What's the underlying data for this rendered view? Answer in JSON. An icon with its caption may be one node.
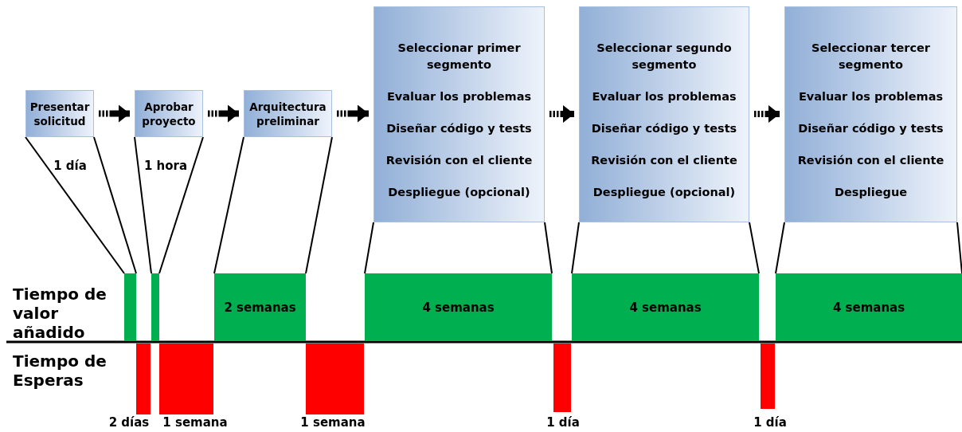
{
  "diagram": {
    "nodes": [
      {
        "text": [
          "Presentar solicitud"
        ],
        "beside": [
          "1 día"
        ]
      },
      {
        "text": [
          "Aprobar proyecto"
        ],
        "beside": [
          "1 hora"
        ]
      },
      {
        "text": [
          "Arquitectura preliminar"
        ]
      },
      {
        "text": [
          "Seleccionar primer segmento",
          "Evaluar los problemas",
          "Diseñar código y tests",
          "Revisión con el cliente",
          "Despliegue (opcional)"
        ]
      },
      {
        "text": [
          "Seleccionar segundo segmento",
          "Evaluar los problemas",
          "Diseñar código y tests",
          "Revisión con el cliente",
          "Despliegue (opcional)"
        ]
      },
      {
        "text": [
          "Seleccionar tercer segmento",
          "Evaluar los problemas",
          "Diseñar código y tests",
          "Revisión con el cliente",
          "Despliegue"
        ]
      },
      {
        "text": [],
        "shape": "bar"
      },
      {
        "text": [],
        "shape": "bar"
      },
      {
        "text": [
          "2 semanas"
        ]
      },
      {
        "text": [
          "4 semanas"
        ]
      },
      {
        "text": [
          "4 semanas"
        ]
      },
      {
        "text": [
          "4 semanas"
        ]
      },
      {
        "text": [],
        "shape": "bar",
        "beside": [
          "2 días"
        ]
      },
      {
        "text": [],
        "shape": "bar",
        "beside": [
          "1 semana"
        ]
      },
      {
        "text": [],
        "shape": "bar",
        "beside": [
          "1 semana"
        ]
      },
      {
        "text": [],
        "shape": "bar",
        "beside": [
          "1 día"
        ]
      },
      {
        "text": [],
        "shape": "bar",
        "beside": [
          "1 día"
        ]
      }
    ],
    "edges": [
      {
        "from": 0,
        "to": 1,
        "arrow": "to",
        "style": "dashed"
      },
      {
        "from": 1,
        "to": 2,
        "arrow": "to",
        "style": "dashed"
      },
      {
        "from": 2,
        "to": 3,
        "arrow": "to",
        "style": "dashed"
      },
      {
        "from": 3,
        "to": 4,
        "arrow": "to",
        "style": "dashed"
      },
      {
        "from": 4,
        "to": 5,
        "arrow": "to",
        "style": "dashed"
      },
      {
        "from": 0,
        "to": 6,
        "arrow": "none"
      },
      {
        "from": 0,
        "to": 6,
        "arrow": "none"
      },
      {
        "from": 1,
        "to": 7,
        "arrow": "none"
      },
      {
        "from": 1,
        "to": 7,
        "arrow": "none"
      },
      {
        "from": 2,
        "to": 8,
        "arrow": "none"
      },
      {
        "from": 2,
        "to": 8,
        "arrow": "none"
      },
      {
        "from": 3,
        "to": 9,
        "arrow": "none"
      },
      {
        "from": 3,
        "to": 9,
        "arrow": "none"
      },
      {
        "from": 4,
        "to": 10,
        "arrow": "none"
      },
      {
        "from": 4,
        "to": 10,
        "arrow": "none"
      },
      {
        "from": 5,
        "to": 11,
        "arrow": "none"
      },
      {
        "from": 5,
        "to": 11,
        "arrow": "none"
      }
    ],
    "labels": [
      "Tiempo de valor añadido",
      "Tiempo de Esperas"
    ]
  }
}
